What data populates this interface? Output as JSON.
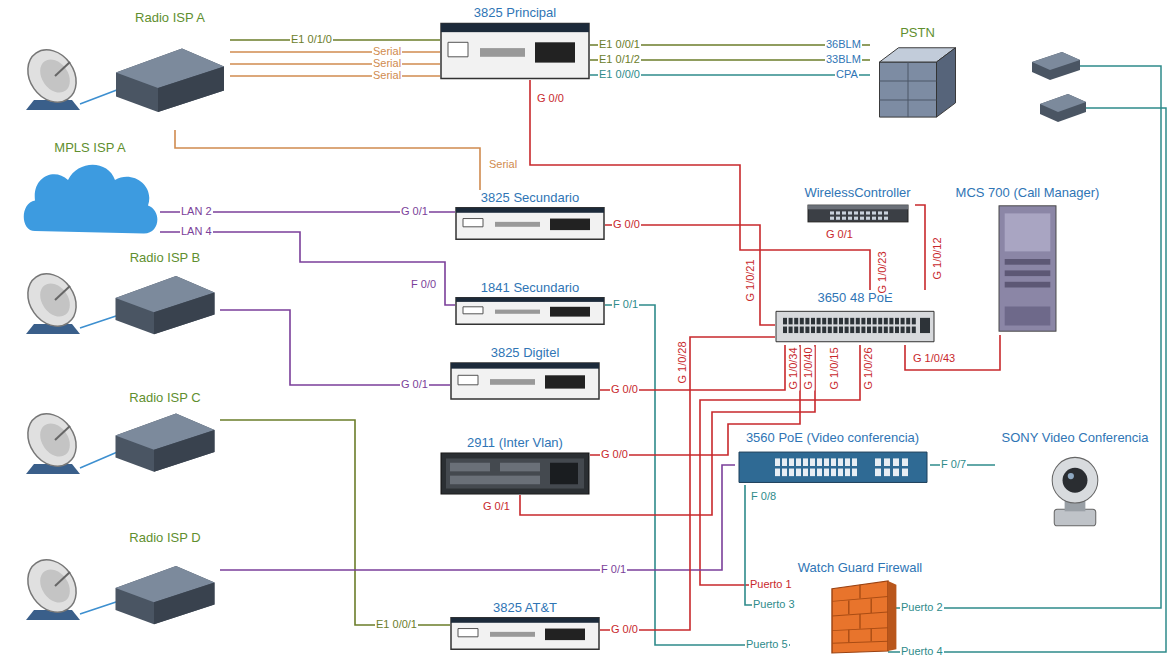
{
  "diagram": {
    "nodes": [
      {
        "text": [
          "Radio ISP A"
        ]
      },
      {
        "text": [
          "3825 Principal"
        ]
      },
      {
        "text": [
          "PSTN"
        ]
      },
      {
        "text": [
          "MPLS ISP A"
        ]
      },
      {
        "text": [
          "3825 Secundario"
        ]
      },
      {
        "text": [
          "WirelessController"
        ]
      },
      {
        "text": [
          "MCS 700 (Call Manager)"
        ]
      },
      {
        "text": [
          "Radio ISP B"
        ]
      },
      {
        "text": [
          "1841 Secundario"
        ]
      },
      {
        "text": [
          "3650 48 PoE"
        ]
      },
      {
        "text": [
          "Radio ISP C"
        ]
      },
      {
        "text": [
          "3825 Digitel"
        ]
      },
      {
        "text": [
          "2911 (Inter Vlan)"
        ]
      },
      {
        "text": [
          "3560 PoE (Video conferencia)"
        ]
      },
      {
        "text": [
          "SONY Video Conferencia"
        ]
      },
      {
        "text": [
          "Radio ISP D"
        ]
      },
      {
        "text": [
          "Watch Guard Firewall"
        ]
      },
      {
        "text": [
          "3825 AT&T"
        ]
      }
    ],
    "edges": [
      {
        "from": 0,
        "to": 1,
        "arrow": "none",
        "label": "E1 0/1/0"
      },
      {
        "from": 0,
        "to": 1,
        "arrow": "none",
        "label": "Serial"
      },
      {
        "from": 0,
        "to": 1,
        "arrow": "none",
        "label": "Serial"
      },
      {
        "from": 0,
        "to": 1,
        "arrow": "none",
        "label": "Serial"
      },
      {
        "from": 0,
        "to": 4,
        "arrow": "none",
        "label": "Serial"
      },
      {
        "from": 1,
        "to": 2,
        "arrow": "none",
        "label": "E1 0/0/1"
      },
      {
        "from": 1,
        "to": 2,
        "arrow": "none",
        "label": "E1 0/1/2"
      },
      {
        "from": 1,
        "to": 2,
        "arrow": "none",
        "label": "E1 0/0/0"
      },
      {
        "from": 1,
        "to": 9,
        "arrow": "none",
        "label": "G 0/0"
      },
      {
        "from": 3,
        "to": 4,
        "arrow": "none",
        "label": "G 0/1"
      },
      {
        "from": 3,
        "to": 8,
        "arrow": "none",
        "label": "F 0/0"
      },
      {
        "from": 4,
        "to": 9,
        "arrow": "none",
        "label": "G 0/0"
      },
      {
        "from": 5,
        "to": 9,
        "arrow": "none",
        "label": "G 0/1"
      },
      {
        "from": 6,
        "to": 9,
        "arrow": "none",
        "label": "G 1/0/43"
      },
      {
        "from": 7,
        "to": 11,
        "arrow": "none",
        "label": "G 0/1"
      },
      {
        "from": 8,
        "to": 16,
        "arrow": "none",
        "label": "F 0/1"
      },
      {
        "from": 11,
        "to": 9,
        "arrow": "none",
        "label": "G 0/0"
      },
      {
        "from": 12,
        "to": 9,
        "arrow": "none",
        "label": "G 0/0"
      },
      {
        "from": 12,
        "to": 9,
        "arrow": "none",
        "label": "G 0/1"
      },
      {
        "from": 16,
        "to": 9,
        "arrow": "none",
        "label": "Puerto 1"
      },
      {
        "from": 10,
        "to": 17,
        "arrow": "none",
        "label": "E1 0/0/1"
      },
      {
        "from": 15,
        "to": 13,
        "arrow": "none",
        "label": "F 0/1"
      },
      {
        "from": 13,
        "to": 14,
        "arrow": "none",
        "label": "F 0/7"
      },
      {
        "from": 13,
        "to": 16,
        "arrow": "none",
        "label": "F 0/8"
      },
      {
        "from": 17,
        "to": 9,
        "arrow": "none",
        "label": "G 0/0"
      }
    ],
    "labels": [
      "36BLM",
      "33BLM",
      "CPA",
      "LAN 2",
      "LAN 4",
      "G 1/0/23",
      "G 1/0/21",
      "G 1/0/12",
      "G 1/0/28",
      "G 1/0/34",
      "G 1/0/40",
      "G 1/0/15",
      "G 1/0/26",
      "Puerto 3",
      "Puerto 5",
      "Puerto 2",
      "Puerto 4"
    ]
  }
}
